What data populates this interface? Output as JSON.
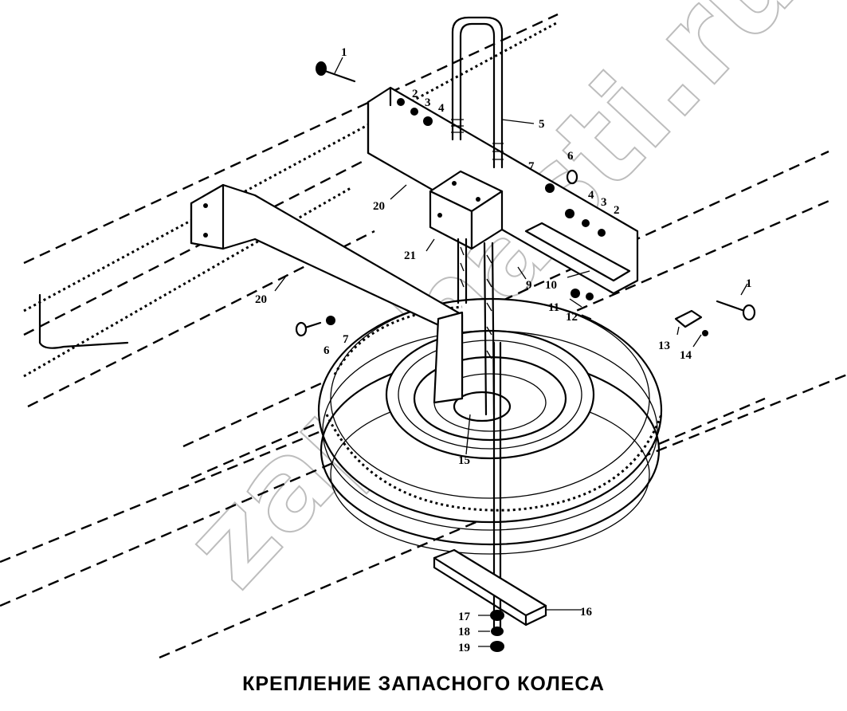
{
  "caption": "КРЕПЛЕНИЕ ЗАПАСНОГО КОЛЕСА",
  "watermark": "zapchasti.ru",
  "callouts": [
    {
      "id": "c1a",
      "text": "1"
    },
    {
      "id": "c2a",
      "text": "2"
    },
    {
      "id": "c3a",
      "text": "3"
    },
    {
      "id": "c4a",
      "text": "4"
    },
    {
      "id": "c5",
      "text": "5"
    },
    {
      "id": "c6a",
      "text": "6"
    },
    {
      "id": "c7a",
      "text": "7"
    },
    {
      "id": "c4b",
      "text": "4"
    },
    {
      "id": "c3b",
      "text": "3"
    },
    {
      "id": "c2b",
      "text": "2"
    },
    {
      "id": "c20a",
      "text": "20"
    },
    {
      "id": "c21",
      "text": "21"
    },
    {
      "id": "c9",
      "text": "9"
    },
    {
      "id": "c10",
      "text": "10"
    },
    {
      "id": "c1b",
      "text": "1"
    },
    {
      "id": "c20b",
      "text": "20"
    },
    {
      "id": "c11",
      "text": "11"
    },
    {
      "id": "c12",
      "text": "12"
    },
    {
      "id": "c13",
      "text": "13"
    },
    {
      "id": "c14",
      "text": "14"
    },
    {
      "id": "c6b",
      "text": "6"
    },
    {
      "id": "c7b",
      "text": "7"
    },
    {
      "id": "c15",
      "text": "15"
    },
    {
      "id": "c16",
      "text": "16"
    },
    {
      "id": "c17",
      "text": "17"
    },
    {
      "id": "c18",
      "text": "18"
    },
    {
      "id": "c19",
      "text": "19"
    }
  ]
}
